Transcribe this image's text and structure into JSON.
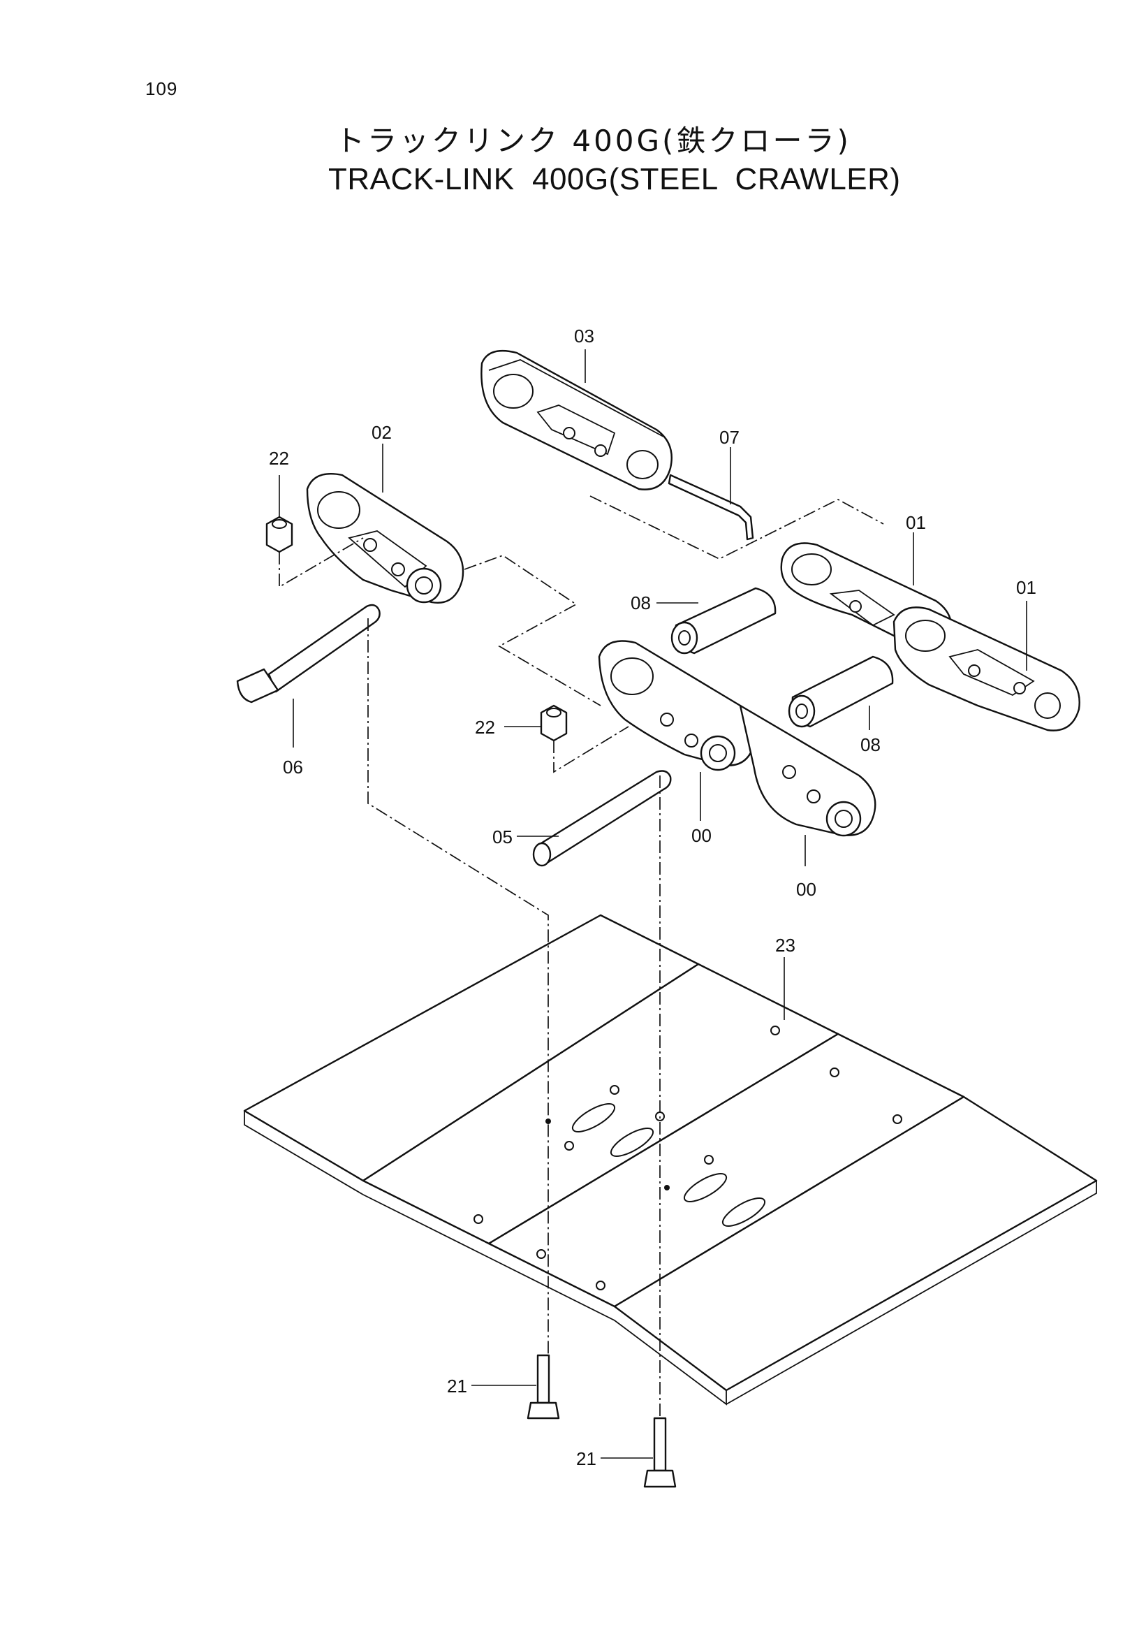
{
  "page_number": "109",
  "title": {
    "japanese": "トラックリンク 400G(鉄クローラ)",
    "english": "TRACK-LINK  400G(STEEL  CRAWLER)"
  },
  "part_labels": {
    "link_03": "03",
    "link_02": "02",
    "nut_22_upper": "22",
    "pin_07": "07",
    "link_01_a": "01",
    "link_01_b": "01",
    "bushing_08_left": "08",
    "bushing_08_right": "08",
    "nut_22_lower": "22",
    "bolt_06": "06",
    "pin_05": "05",
    "link_00_a": "00",
    "link_00_b": "00",
    "shoe_23": "23",
    "bolt_21_left": "21",
    "bolt_21_right": "21"
  }
}
